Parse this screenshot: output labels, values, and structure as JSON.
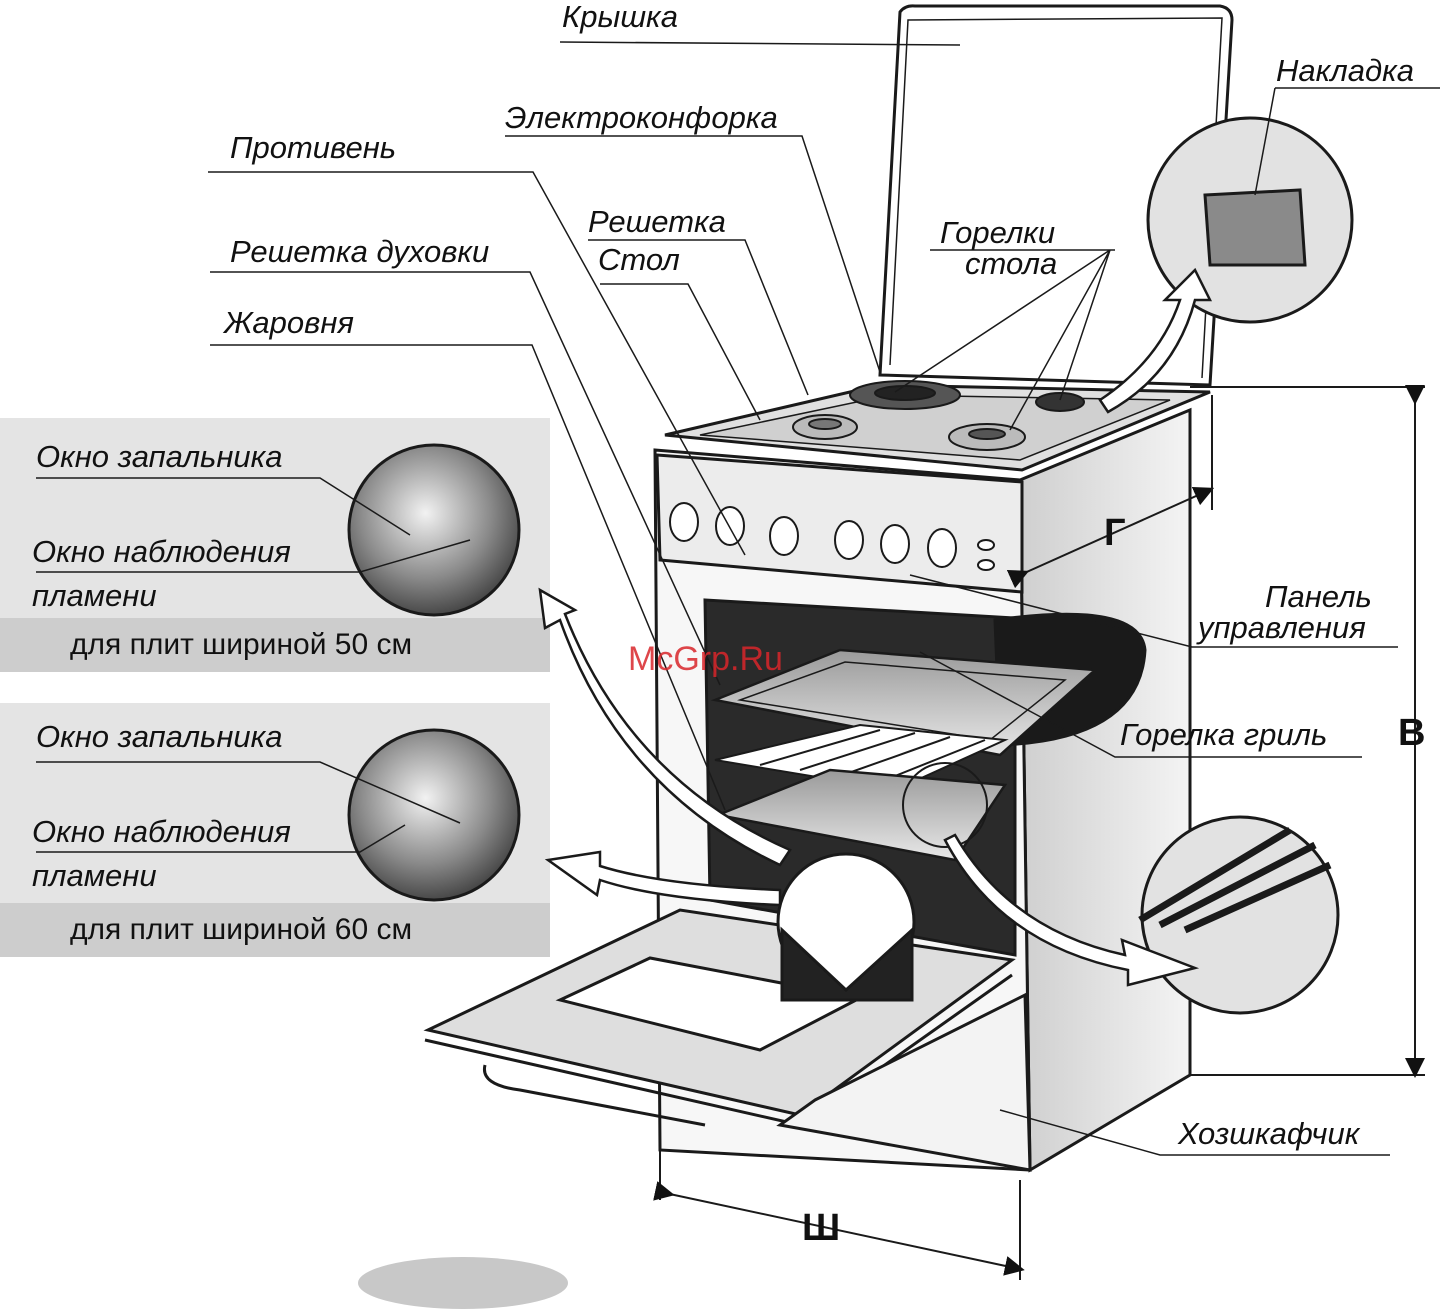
{
  "labels": {
    "lid": "Крышка",
    "electric_hotplate": "Электроконфорка",
    "cover_plate": "Накладка",
    "baking_tray": "Противень",
    "grid": "Решетка",
    "table": "Стол",
    "table_burners_l1": "Горелки",
    "table_burners_l2": "стола",
    "oven_grid": "Решетка духовки",
    "roasting_pan": "Жаровня",
    "control_panel_l1": "Панель",
    "control_panel_l2": "управления",
    "grill_burner": "Горелка гриль",
    "storage_drawer": "Хозшкафчик"
  },
  "inset_50": {
    "ignition_window": "Окно запальника",
    "flame_window_l1": "Окно наблюдения",
    "flame_window_l2": "пламени",
    "caption": "для плит шириной 50 см"
  },
  "inset_60": {
    "ignition_window": "Окно запальника",
    "flame_window_l1": "Окно наблюдения",
    "flame_window_l2": "пламени",
    "caption": "для плит шириной 60 см"
  },
  "dimensions": {
    "height": "В",
    "width": "Ш",
    "depth": "Г"
  },
  "watermark": "McGrp.Ru",
  "colors": {
    "outline": "#1a1a1a",
    "inset_bg": "#e4e4e4",
    "inset_caption_bg": "#cdcdcd",
    "watermark": "#d9262b"
  }
}
